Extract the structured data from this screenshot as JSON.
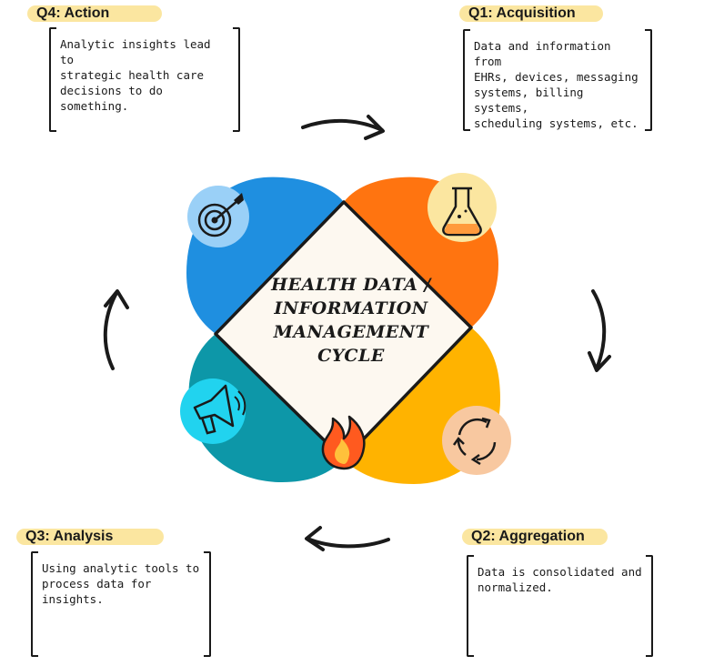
{
  "quadrants": {
    "q4": {
      "title": "Q4: Action",
      "text": [
        "Analytic insights lead to",
        "strategic health care",
        "decisions to do",
        "something."
      ],
      "color": "#1f8fe0",
      "icon": "target-icon"
    },
    "q1": {
      "title": "Q1: Acquisition",
      "text": [
        "Data and information from",
        "EHRs, devices, messaging",
        "systems, billing systems,",
        "scheduling systems, etc."
      ],
      "color": "#ff7410",
      "icon": "flask-icon"
    },
    "q3": {
      "title": "Q3: Analysis",
      "text": [
        "Using analytic tools to",
        "process data for",
        "insights."
      ],
      "color": "#0d97a8",
      "icon": "megaphone-icon"
    },
    "q2": {
      "title": "Q2: Aggregation",
      "text": [
        "Data is consolidated and",
        "normalized."
      ],
      "color": "#ffb300",
      "icon": "recycle-icon"
    }
  },
  "center": {
    "title_lines": [
      "Health Data /",
      "Information",
      "Management",
      "Cycle"
    ]
  },
  "icons": {
    "center_bottom": "fire-icon"
  }
}
